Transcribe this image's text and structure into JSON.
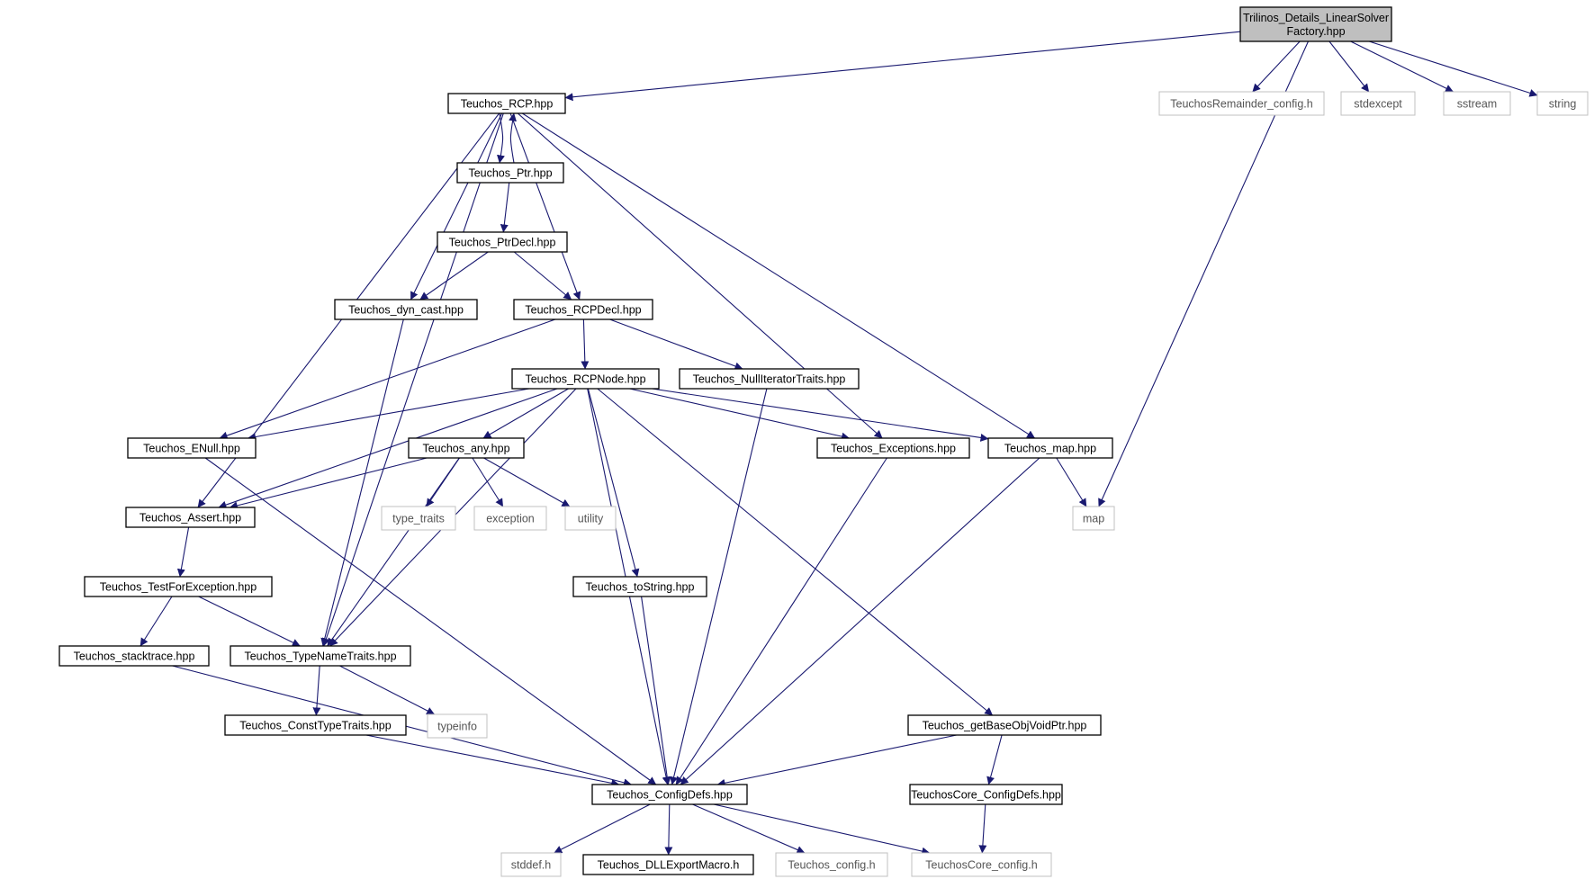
{
  "colors": {
    "edge": "#191970",
    "node_border": "#000000",
    "external_border": "#c0c0c0",
    "root_fill": "#bfbfbf",
    "node_fill": "#ffffff",
    "text": "#000000",
    "external_text": "#555555"
  },
  "nodes": [
    {
      "id": "root",
      "lines": [
        "Trilinos_Details_LinearSolver",
        "Factory.hpp"
      ],
      "kind": "root"
    },
    {
      "id": "rcp",
      "lines": [
        "Teuchos_RCP.hpp"
      ],
      "kind": "file"
    },
    {
      "id": "remainder",
      "lines": [
        "TeuchosRemainder_config.h"
      ],
      "kind": "external"
    },
    {
      "id": "stdexcept",
      "lines": [
        "stdexcept"
      ],
      "kind": "external"
    },
    {
      "id": "sstream",
      "lines": [
        "sstream"
      ],
      "kind": "external"
    },
    {
      "id": "string",
      "lines": [
        "string"
      ],
      "kind": "external"
    },
    {
      "id": "ptr",
      "lines": [
        "Teuchos_Ptr.hpp"
      ],
      "kind": "file"
    },
    {
      "id": "ptrdecl",
      "lines": [
        "Teuchos_PtrDecl.hpp"
      ],
      "kind": "file"
    },
    {
      "id": "dyncast",
      "lines": [
        "Teuchos_dyn_cast.hpp"
      ],
      "kind": "file"
    },
    {
      "id": "rcpdecl",
      "lines": [
        "Teuchos_RCPDecl.hpp"
      ],
      "kind": "file"
    },
    {
      "id": "rcpnode",
      "lines": [
        "Teuchos_RCPNode.hpp"
      ],
      "kind": "file"
    },
    {
      "id": "nulliter",
      "lines": [
        "Teuchos_NullIteratorTraits.hpp"
      ],
      "kind": "file"
    },
    {
      "id": "enull",
      "lines": [
        "Teuchos_ENull.hpp"
      ],
      "kind": "file"
    },
    {
      "id": "any",
      "lines": [
        "Teuchos_any.hpp"
      ],
      "kind": "file"
    },
    {
      "id": "exceptions",
      "lines": [
        "Teuchos_Exceptions.hpp"
      ],
      "kind": "file"
    },
    {
      "id": "tmap",
      "lines": [
        "Teuchos_map.hpp"
      ],
      "kind": "file"
    },
    {
      "id": "assert",
      "lines": [
        "Teuchos_Assert.hpp"
      ],
      "kind": "file"
    },
    {
      "id": "type_traits",
      "lines": [
        "type_traits"
      ],
      "kind": "external"
    },
    {
      "id": "exception",
      "lines": [
        "exception"
      ],
      "kind": "external"
    },
    {
      "id": "utility",
      "lines": [
        "utility"
      ],
      "kind": "external"
    },
    {
      "id": "map",
      "lines": [
        "map"
      ],
      "kind": "external"
    },
    {
      "id": "testfor",
      "lines": [
        "Teuchos_TestForException.hpp"
      ],
      "kind": "file"
    },
    {
      "id": "tostring",
      "lines": [
        "Teuchos_toString.hpp"
      ],
      "kind": "file"
    },
    {
      "id": "stacktrace",
      "lines": [
        "Teuchos_stacktrace.hpp"
      ],
      "kind": "file"
    },
    {
      "id": "typename",
      "lines": [
        "Teuchos_TypeNameTraits.hpp"
      ],
      "kind": "file"
    },
    {
      "id": "consttype",
      "lines": [
        "Teuchos_ConstTypeTraits.hpp"
      ],
      "kind": "file"
    },
    {
      "id": "typeinfo",
      "lines": [
        "typeinfo"
      ],
      "kind": "external"
    },
    {
      "id": "getbase",
      "lines": [
        "Teuchos_getBaseObjVoidPtr.hpp"
      ],
      "kind": "file"
    },
    {
      "id": "configdefs",
      "lines": [
        "Teuchos_ConfigDefs.hpp"
      ],
      "kind": "file"
    },
    {
      "id": "coreconfigdefs",
      "lines": [
        "TeuchosCore_ConfigDefs.hpp"
      ],
      "kind": "file"
    },
    {
      "id": "stddef",
      "lines": [
        "stddef.h"
      ],
      "kind": "external"
    },
    {
      "id": "dllexport",
      "lines": [
        "Teuchos_DLLExportMacro.h"
      ],
      "kind": "file"
    },
    {
      "id": "tconfig",
      "lines": [
        "Teuchos_config.h"
      ],
      "kind": "external"
    },
    {
      "id": "coreconfig",
      "lines": [
        "TeuchosCore_config.h"
      ],
      "kind": "external"
    }
  ],
  "edges": [
    [
      "root",
      "rcp"
    ],
    [
      "root",
      "remainder"
    ],
    [
      "root",
      "stdexcept"
    ],
    [
      "root",
      "sstream"
    ],
    [
      "root",
      "string"
    ],
    [
      "root",
      "map"
    ],
    [
      "rcp",
      "ptr"
    ],
    [
      "ptr",
      "rcp"
    ],
    [
      "rcp",
      "dyncast"
    ],
    [
      "rcp",
      "rcpdecl"
    ],
    [
      "rcp",
      "exceptions"
    ],
    [
      "rcp",
      "tmap"
    ],
    [
      "rcp",
      "assert"
    ],
    [
      "rcp",
      "typename"
    ],
    [
      "ptr",
      "ptrdecl"
    ],
    [
      "ptrdecl",
      "dyncast"
    ],
    [
      "ptrdecl",
      "rcpdecl"
    ],
    [
      "dyncast",
      "typename"
    ],
    [
      "rcpdecl",
      "rcpnode"
    ],
    [
      "rcpdecl",
      "nulliter"
    ],
    [
      "rcpdecl",
      "enull"
    ],
    [
      "rcpnode",
      "enull"
    ],
    [
      "rcpnode",
      "any"
    ],
    [
      "rcpnode",
      "exceptions"
    ],
    [
      "rcpnode",
      "tmap"
    ],
    [
      "rcpnode",
      "assert"
    ],
    [
      "rcpnode",
      "typename"
    ],
    [
      "rcpnode",
      "tostring"
    ],
    [
      "rcpnode",
      "configdefs"
    ],
    [
      "rcpnode",
      "getbase"
    ],
    [
      "nulliter",
      "configdefs"
    ],
    [
      "enull",
      "configdefs"
    ],
    [
      "any",
      "assert"
    ],
    [
      "any",
      "type_traits"
    ],
    [
      "any",
      "exception"
    ],
    [
      "any",
      "utility"
    ],
    [
      "any",
      "typename"
    ],
    [
      "exceptions",
      "configdefs"
    ],
    [
      "tmap",
      "map"
    ],
    [
      "tmap",
      "configdefs"
    ],
    [
      "assert",
      "testfor"
    ],
    [
      "testfor",
      "stacktrace"
    ],
    [
      "testfor",
      "typename"
    ],
    [
      "stacktrace",
      "configdefs"
    ],
    [
      "typename",
      "consttype"
    ],
    [
      "typename",
      "typeinfo"
    ],
    [
      "consttype",
      "configdefs"
    ],
    [
      "tostring",
      "configdefs"
    ],
    [
      "getbase",
      "configdefs"
    ],
    [
      "getbase",
      "coreconfigdefs"
    ],
    [
      "coreconfigdefs",
      "coreconfig"
    ],
    [
      "configdefs",
      "stddef"
    ],
    [
      "configdefs",
      "dllexport"
    ],
    [
      "configdefs",
      "tconfig"
    ],
    [
      "configdefs",
      "coreconfig"
    ]
  ]
}
